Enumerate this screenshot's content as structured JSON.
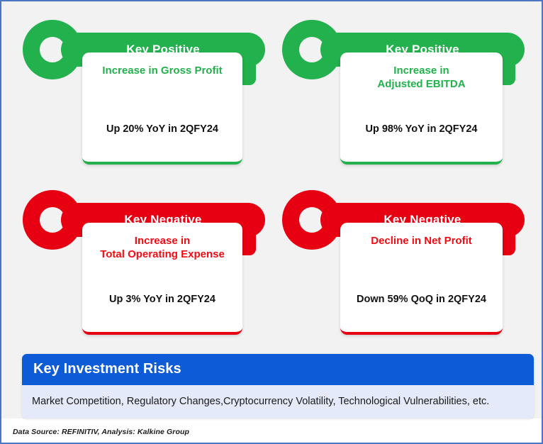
{
  "theme": {
    "page_border_color": "#4a77c4",
    "canvas_color": "#f2f2f2",
    "positive_color": "#22b14c",
    "negative_color": "#e60012",
    "banner_color": "#0d5bd6",
    "banner_body_color": "#e4eaf9"
  },
  "cards": [
    {
      "id": "key-positive-gross-profit",
      "sentiment": "positive",
      "title": "Key Positive",
      "headline": "Increase in Gross Profit",
      "metric": "Up 20% YoY in 2QFY24"
    },
    {
      "id": "key-positive-adjusted-ebitda",
      "sentiment": "positive",
      "title": "Key Positive",
      "headline": "Increase in\nAdjusted EBITDA",
      "metric": "Up 98% YoY in 2QFY24"
    },
    {
      "id": "key-negative-total-operating-expense",
      "sentiment": "negative",
      "title": "Key Negative",
      "headline": "Increase in\nTotal Operating Expense",
      "metric": "Up 3% YoY in 2QFY24"
    },
    {
      "id": "key-negative-net-profit",
      "sentiment": "negative",
      "title": "Key Negative",
      "headline": "Decline in Net Profit",
      "metric": "Down 59% QoQ in 2QFY24"
    }
  ],
  "risks": {
    "header": "Key Investment Risks",
    "body": "Market Competition, Regulatory Changes,Cryptocurrency Volatility, Technological Vulnerabilities, etc."
  },
  "footer": {
    "source": "Data Source: REFINITIV, Analysis: Kalkine Group"
  }
}
